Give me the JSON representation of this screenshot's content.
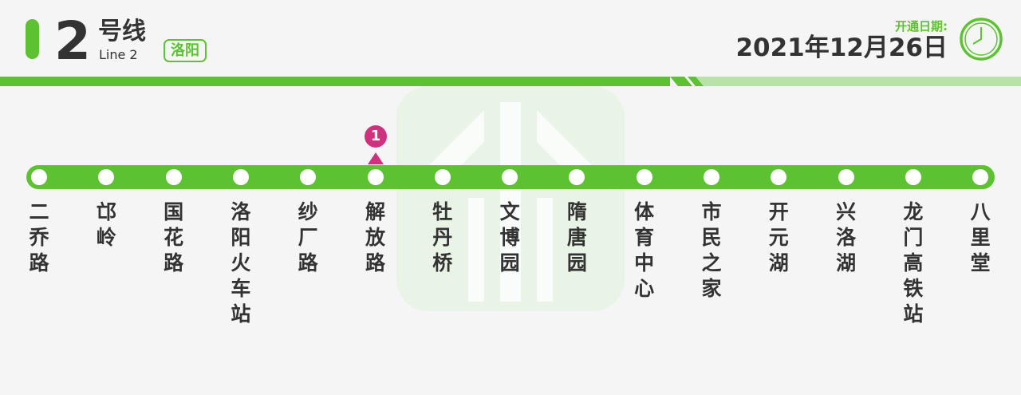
{
  "header": {
    "line_number": "2",
    "line_cn": "号线",
    "line_en": "Line 2",
    "city": "洛阳",
    "open_label": "开通日期:",
    "open_date": "2021年12月26日"
  },
  "colors": {
    "line": "#5cc232",
    "line_light": "#b9e3a6",
    "transfer": "#d0317f"
  },
  "transfer": {
    "station": "解放路",
    "line": "1"
  },
  "stations": [
    "二乔路",
    "邙岭",
    "国花路",
    "洛阳火车站",
    "纱厂路",
    "解放路",
    "牡丹桥",
    "文博园",
    "隋唐园",
    "体育中心",
    "市民之家",
    "开元湖",
    "兴洛湖",
    "龙门高铁站",
    "八里堂"
  ]
}
